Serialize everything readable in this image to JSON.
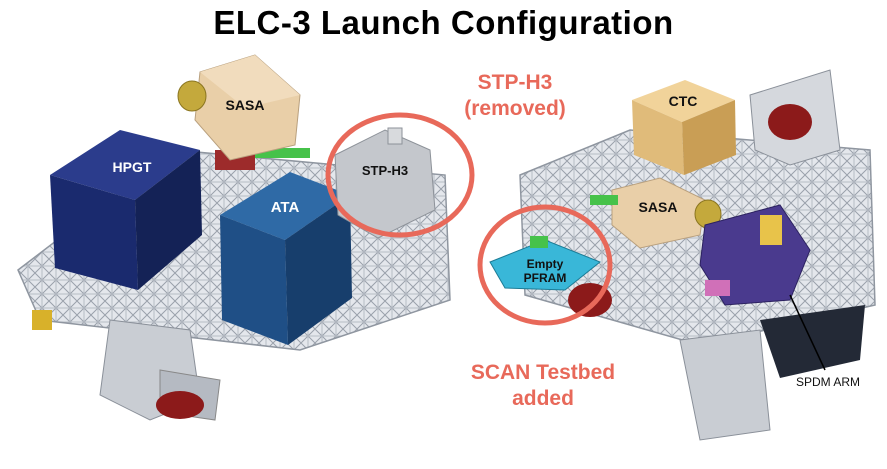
{
  "title": "ELC-3 Launch Configuration",
  "colors": {
    "callout": "#e8695a",
    "hpgt": "#1a2a6e",
    "ata": "#1f4f86",
    "sasa": "#e9cfa8",
    "frame": "#d9dde3"
  },
  "callouts": {
    "stp_removed_line1": "STP-H3",
    "stp_removed_line2": "(removed)",
    "scan_line1": "SCAN Testbed",
    "scan_line2": "added"
  },
  "labels": {
    "sasa_left": "SASA",
    "hpgt": "HPGT",
    "stp_h3": "STP-H3",
    "ata": "ATA",
    "ctc": "CTC",
    "sasa_right": "SASA",
    "empty_line1": "Empty",
    "empty_line2": "PFRAM",
    "spdm_arm": "SPDM ARM"
  }
}
